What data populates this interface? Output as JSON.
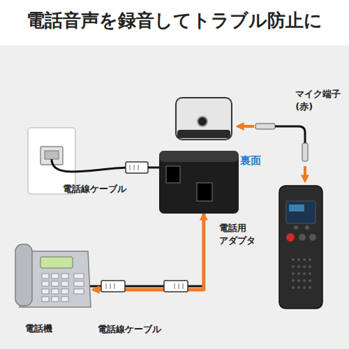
{
  "diagram": {
    "title": "電話音声を録音してトラブル防止に",
    "nodes": [
      {
        "text": [
          "電話用 アダプタ"
        ]
      },
      {
        "text": [
          "電話機"
        ]
      },
      {
        "text": [
          "裏面"
        ]
      }
    ],
    "edges": [
      {
        "from": 1,
        "to": 0,
        "arrow": "both",
        "label": "電話線ケーブル"
      }
    ],
    "labels": [
      "電話線ケーブル",
      "マイク端子 (赤)"
    ]
  }
}
